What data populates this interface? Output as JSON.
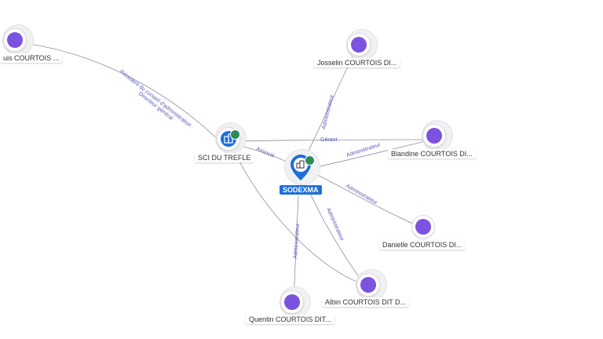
{
  "center": {
    "label": "SODEXMA",
    "icon": "building-icon",
    "badge": "check-icon"
  },
  "company": {
    "label": "SCI DU TREFLE",
    "icon": "building-icon",
    "badge": "check-icon"
  },
  "people": [
    {
      "id": "top-left",
      "label": "uis COURTOIS ...",
      "icon": "person-icon"
    },
    {
      "id": "josselin",
      "label": "Josselin COURTOIS DI...",
      "icon": "person-icon"
    },
    {
      "id": "blandine",
      "label": "Blandine COURTOIS DI...",
      "icon": "person-icon"
    },
    {
      "id": "danielle",
      "label": "Danielle COURTOIS DI...",
      "icon": "person-icon"
    },
    {
      "id": "albin",
      "label": "Albin COURTOIS DIT D...",
      "icon": "person-icon"
    },
    {
      "id": "quentin",
      "label": "Quentin COURTOIS DIT...",
      "icon": "person-icon"
    }
  ],
  "edge_labels": {
    "president": "Président du conseil d'administration",
    "directeur": "Directeur général",
    "associe": "Associé",
    "gerant": "Gérant",
    "admin_josselin": "Administrateur",
    "admin_blandine": "Administrateur",
    "admin_danielle": "Administrateur",
    "admin_albin": "Administrateur",
    "admin_quentin": "Administrateur"
  },
  "colors": {
    "accent": "#1e6fd9",
    "person": "#7b53e0",
    "edge": "#8a8fa6",
    "edge_text": "#5a5ab8",
    "badge": "#2e8b57"
  }
}
